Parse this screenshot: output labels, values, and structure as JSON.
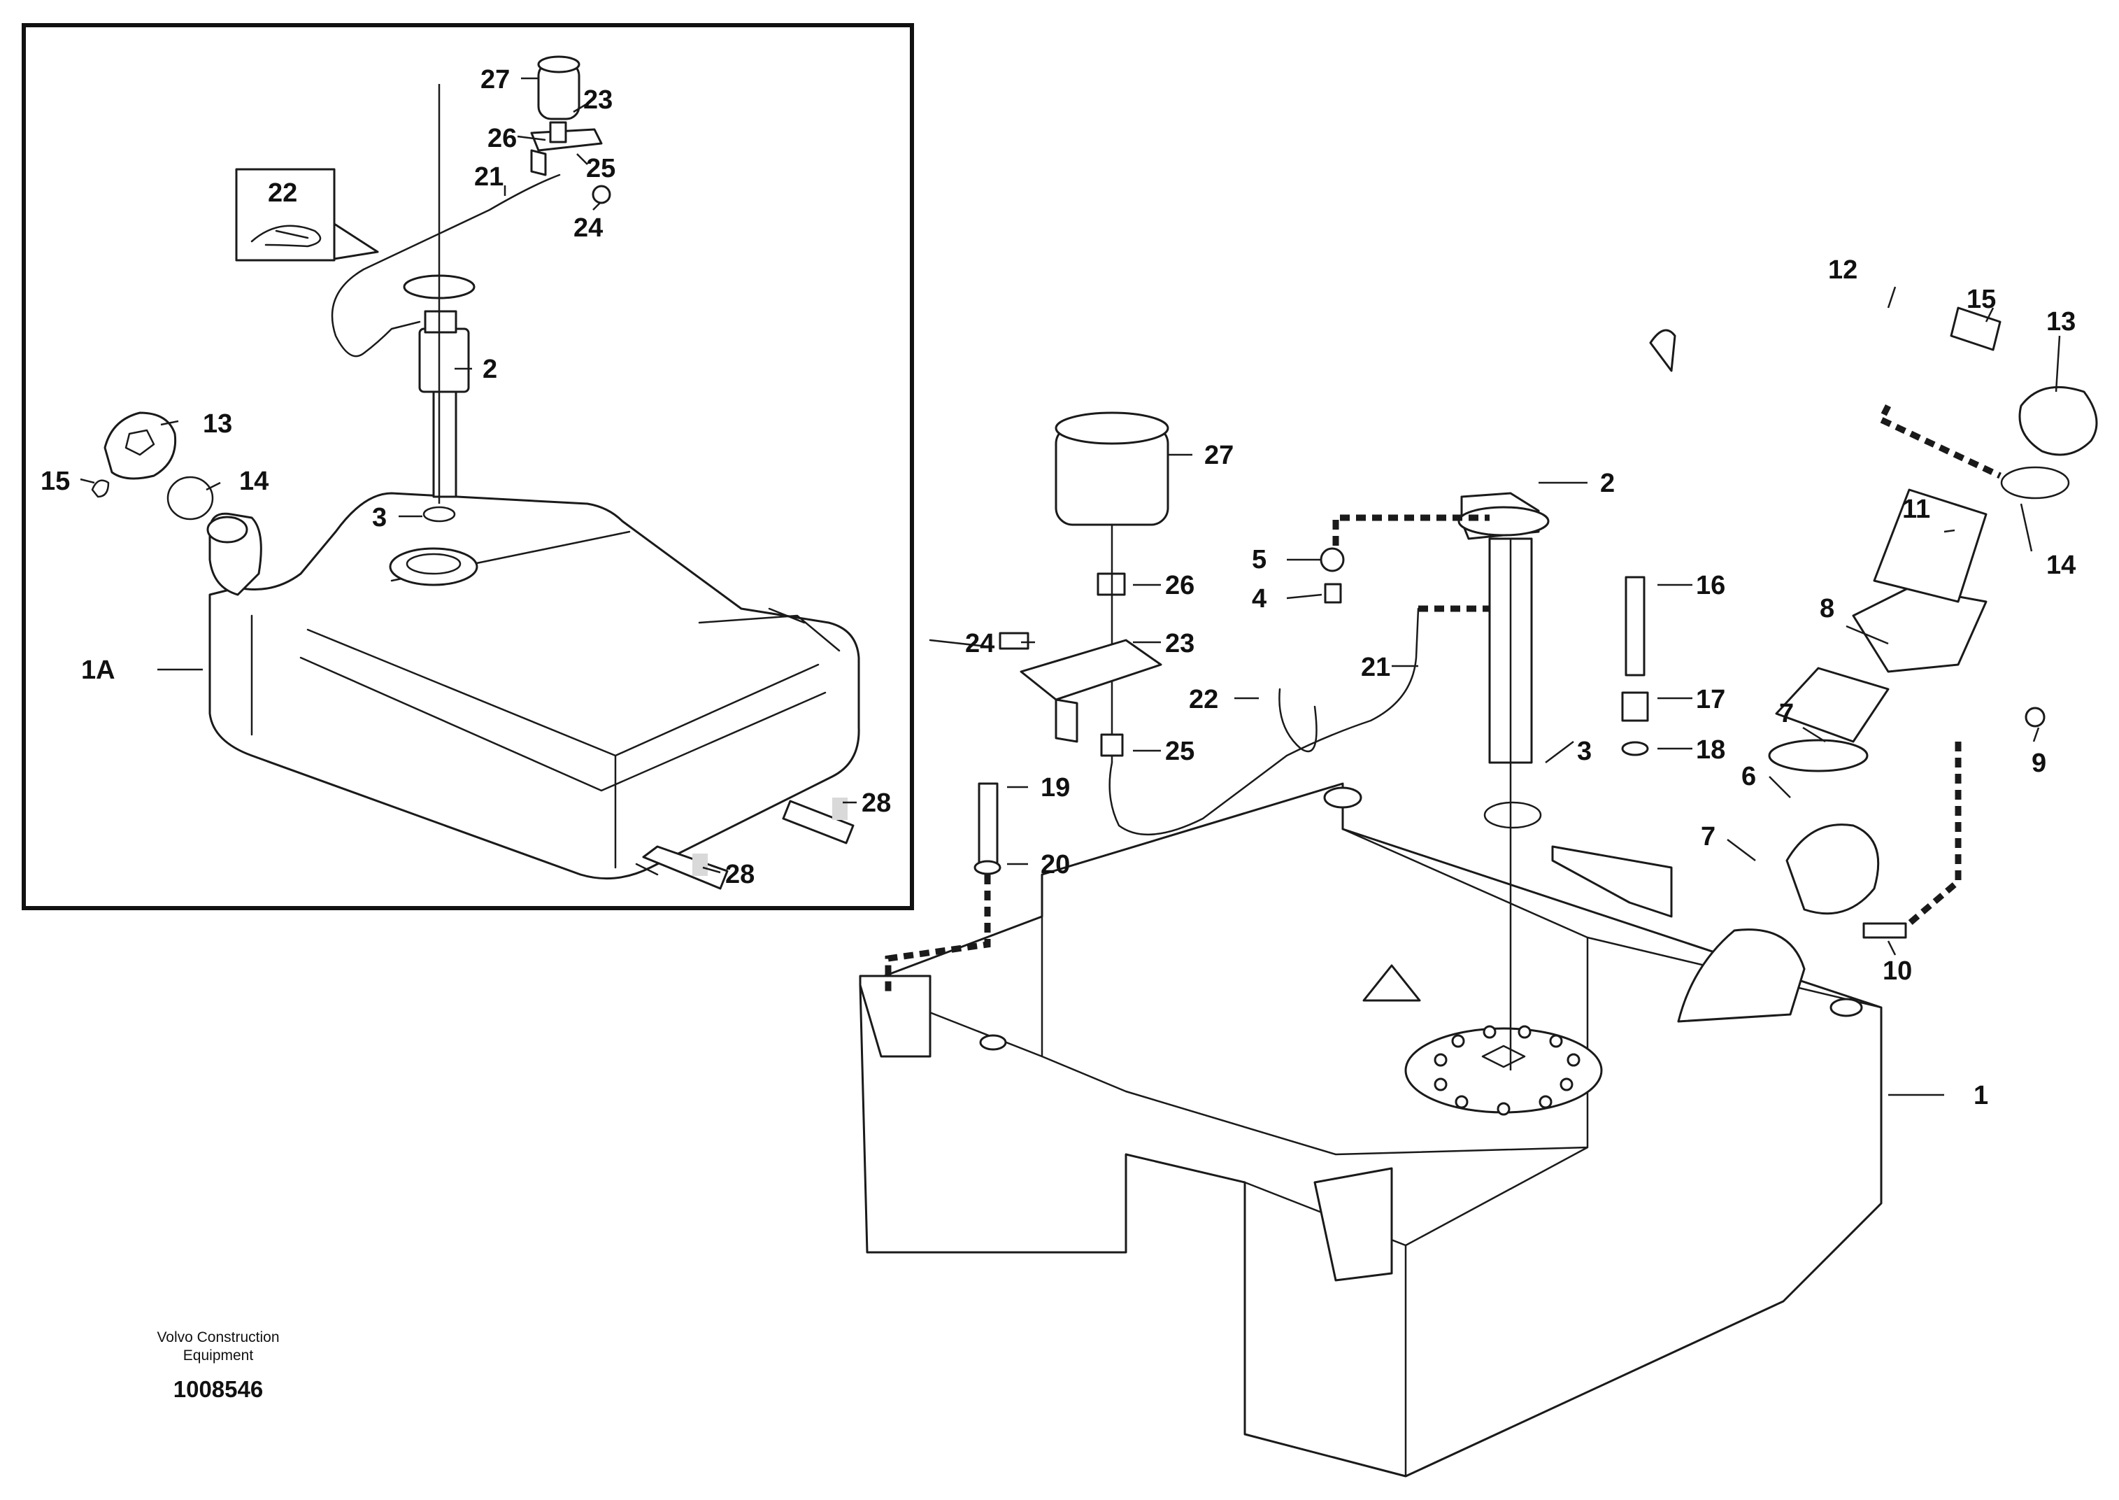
{
  "inset": {
    "callouts": {
      "c27": "27",
      "c23": "23",
      "c26": "26",
      "c25": "25",
      "c21": "21",
      "c24": "24",
      "c22": "22",
      "c2": "2",
      "c13": "13",
      "c15": "15",
      "c14": "14",
      "c3": "3",
      "c1A": "1A",
      "c28a": "28",
      "c28b": "28"
    }
  },
  "main": {
    "callouts": {
      "c12": "12",
      "c15": "15",
      "c13": "13",
      "c27": "27",
      "c2": "2",
      "c11": "11",
      "c5": "5",
      "c4": "4",
      "c26": "26",
      "c16": "16",
      "c14": "14",
      "c8": "8",
      "c24": "24",
      "c23": "23",
      "c21": "21",
      "c22": "22",
      "c17": "17",
      "c7a": "7",
      "c18": "18",
      "c9": "9",
      "c25": "25",
      "c3": "3",
      "c6": "6",
      "c19": "19",
      "c7b": "7",
      "c20": "20",
      "c10": "10",
      "c1": "1"
    }
  },
  "footer": {
    "brand_line1": "Volvo Construction",
    "brand_line2": "Equipment",
    "doc_number": "1008546"
  }
}
